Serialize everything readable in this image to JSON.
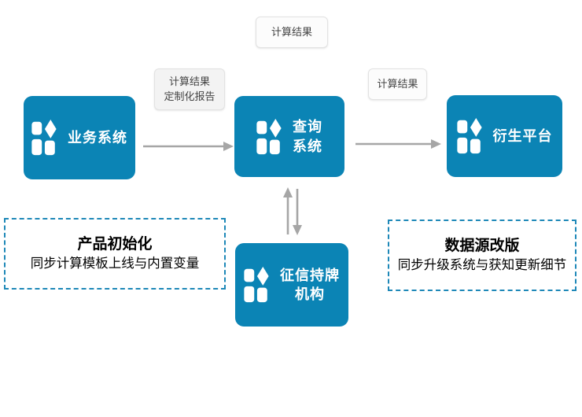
{
  "colors": {
    "node_fill": "#0b84b5",
    "dashed_border": "#1e88b8",
    "arrow": "#a6a6a6",
    "label_text": "#444444"
  },
  "flow_labels": {
    "top_result": "计算结果",
    "mid_result_line1": "计算结果",
    "mid_result_line2": "定制化报告",
    "right_result": "计算结果"
  },
  "nodes": {
    "business": {
      "label": "业务系统"
    },
    "query": {
      "label_line1": "查询",
      "label_line2": "系统"
    },
    "derivative": {
      "label": "衍生平台"
    },
    "credit": {
      "label_line1": "征信持牌",
      "label_line2": "机构"
    }
  },
  "notes": {
    "left": {
      "title": "产品初始化",
      "subtitle": "同步计算模板上线与内置变量"
    },
    "right": {
      "title": "数据源改版",
      "subtitle": "同步升级系统与获知更新细节"
    }
  }
}
